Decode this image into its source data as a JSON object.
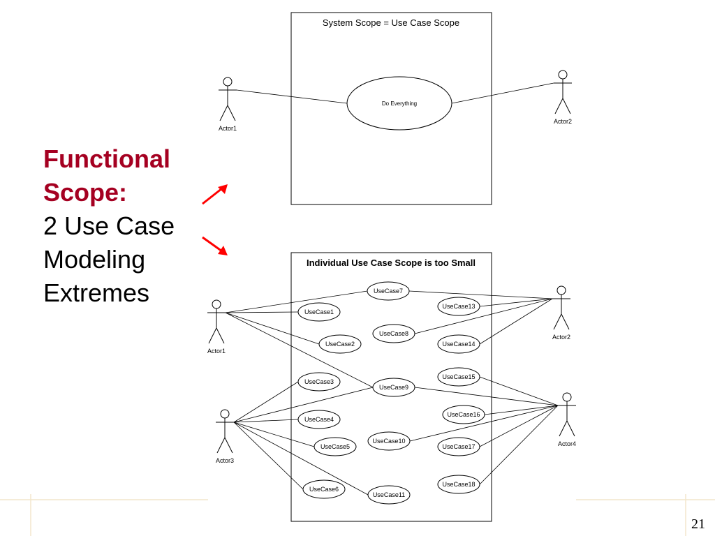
{
  "slide": {
    "heading_line1": "Functional",
    "heading_line2": "Scope:",
    "body_line1": "2 Use Case",
    "body_line2": "Modeling",
    "body_line3": "Extremes",
    "slide_number": "21"
  },
  "colors": {
    "heading": "#a50021",
    "arrow": "#ff0000",
    "line": "#000000",
    "footer_rule": "#f2e6cc"
  },
  "diagram_top": {
    "title": "System Scope = Use Case Scope",
    "actors": [
      {
        "id": "a1",
        "label": "Actor1"
      },
      {
        "id": "a2",
        "label": "Actor2"
      }
    ],
    "use_cases": [
      {
        "id": "uc",
        "label": "Do Everything"
      }
    ],
    "links": [
      [
        "a1",
        "uc"
      ],
      [
        "a2",
        "uc"
      ]
    ]
  },
  "diagram_bottom": {
    "title": "Individual Use Case Scope is too Small",
    "actors": [
      {
        "id": "a1",
        "label": "Actor1"
      },
      {
        "id": "a2",
        "label": "Actor2"
      },
      {
        "id": "a3",
        "label": "Actor3"
      },
      {
        "id": "a4",
        "label": "Actor4"
      }
    ],
    "use_cases": [
      {
        "id": "u1",
        "label": "UseCase1"
      },
      {
        "id": "u2",
        "label": "UseCase2"
      },
      {
        "id": "u3",
        "label": "UseCase3"
      },
      {
        "id": "u4",
        "label": "UseCase4"
      },
      {
        "id": "u5",
        "label": "UseCase5"
      },
      {
        "id": "u6",
        "label": "UseCase6"
      },
      {
        "id": "u7",
        "label": "UseCase7"
      },
      {
        "id": "u8",
        "label": "UseCase8"
      },
      {
        "id": "u9",
        "label": "UseCase9"
      },
      {
        "id": "u10",
        "label": "UseCase10"
      },
      {
        "id": "u11",
        "label": "UseCase11"
      },
      {
        "id": "u13",
        "label": "UseCase13"
      },
      {
        "id": "u14",
        "label": "UseCase14"
      },
      {
        "id": "u15",
        "label": "UseCase15"
      },
      {
        "id": "u16",
        "label": "UseCase16"
      },
      {
        "id": "u17",
        "label": "UseCase17"
      },
      {
        "id": "u18",
        "label": "UseCase18"
      }
    ],
    "links": [
      [
        "a1",
        "u7"
      ],
      [
        "a1",
        "u1"
      ],
      [
        "a1",
        "u2"
      ],
      [
        "a1",
        "u9"
      ],
      [
        "a2",
        "u7"
      ],
      [
        "a2",
        "u13"
      ],
      [
        "a2",
        "u8"
      ],
      [
        "a2",
        "u14"
      ],
      [
        "a3",
        "u3"
      ],
      [
        "a3",
        "u9"
      ],
      [
        "a3",
        "u4"
      ],
      [
        "a3",
        "u5"
      ],
      [
        "a3",
        "u6"
      ],
      [
        "a3",
        "u11"
      ],
      [
        "a4",
        "u15"
      ],
      [
        "a4",
        "u9"
      ],
      [
        "a4",
        "u16"
      ],
      [
        "a4",
        "u10"
      ],
      [
        "a4",
        "u17"
      ],
      [
        "a4",
        "u18"
      ]
    ]
  }
}
